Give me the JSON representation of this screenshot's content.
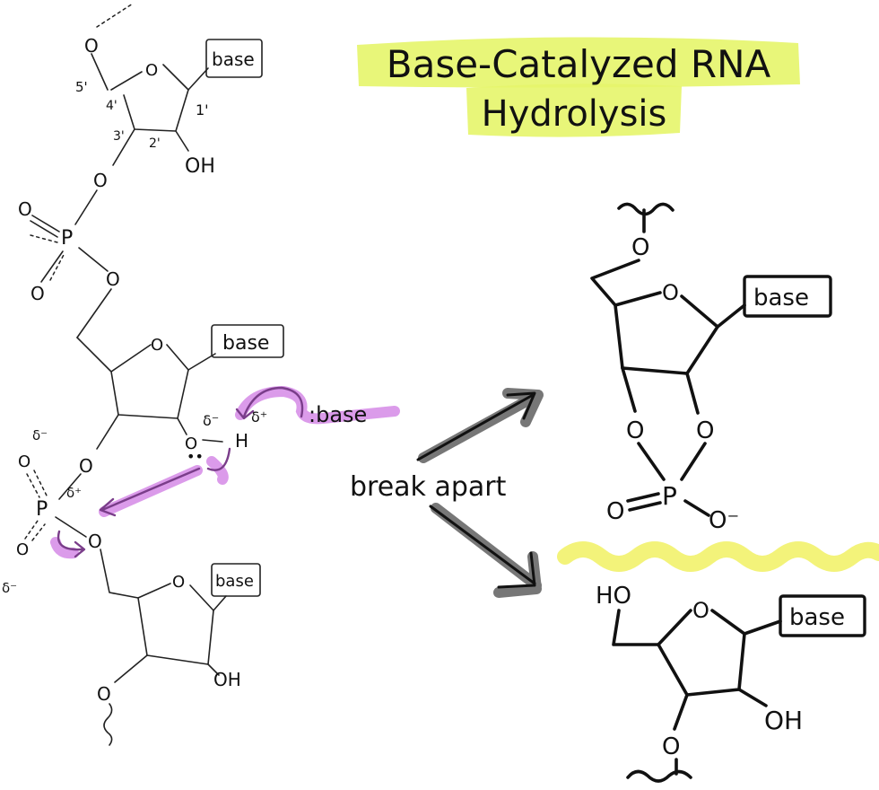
{
  "title": {
    "line1": "Base-Catalyzed RNA",
    "line2": "Hydrolysis",
    "highlight_color": "#e6f56a"
  },
  "labels": {
    "base": "base",
    "oh": "OH",
    "ho": "HO",
    "o": "O",
    "p": "P",
    "h": "H",
    "o_minus": "O⁻",
    "delta_minus": "δ⁻",
    "delta_plus": "δ⁺",
    "catalyst_base": ":base",
    "break_apart": "break apart",
    "carbon_5p": "5'",
    "carbon_4p": "4'",
    "carbon_3p": "3'",
    "carbon_2p": "2'",
    "carbon_1p": "1'"
  },
  "colors": {
    "ink": "#111111",
    "purple_highlight": "#d58ae6",
    "purple_ink": "#7a3d8a",
    "grey_arrow": "#777777",
    "yellow_wave": "#f3f37a"
  }
}
